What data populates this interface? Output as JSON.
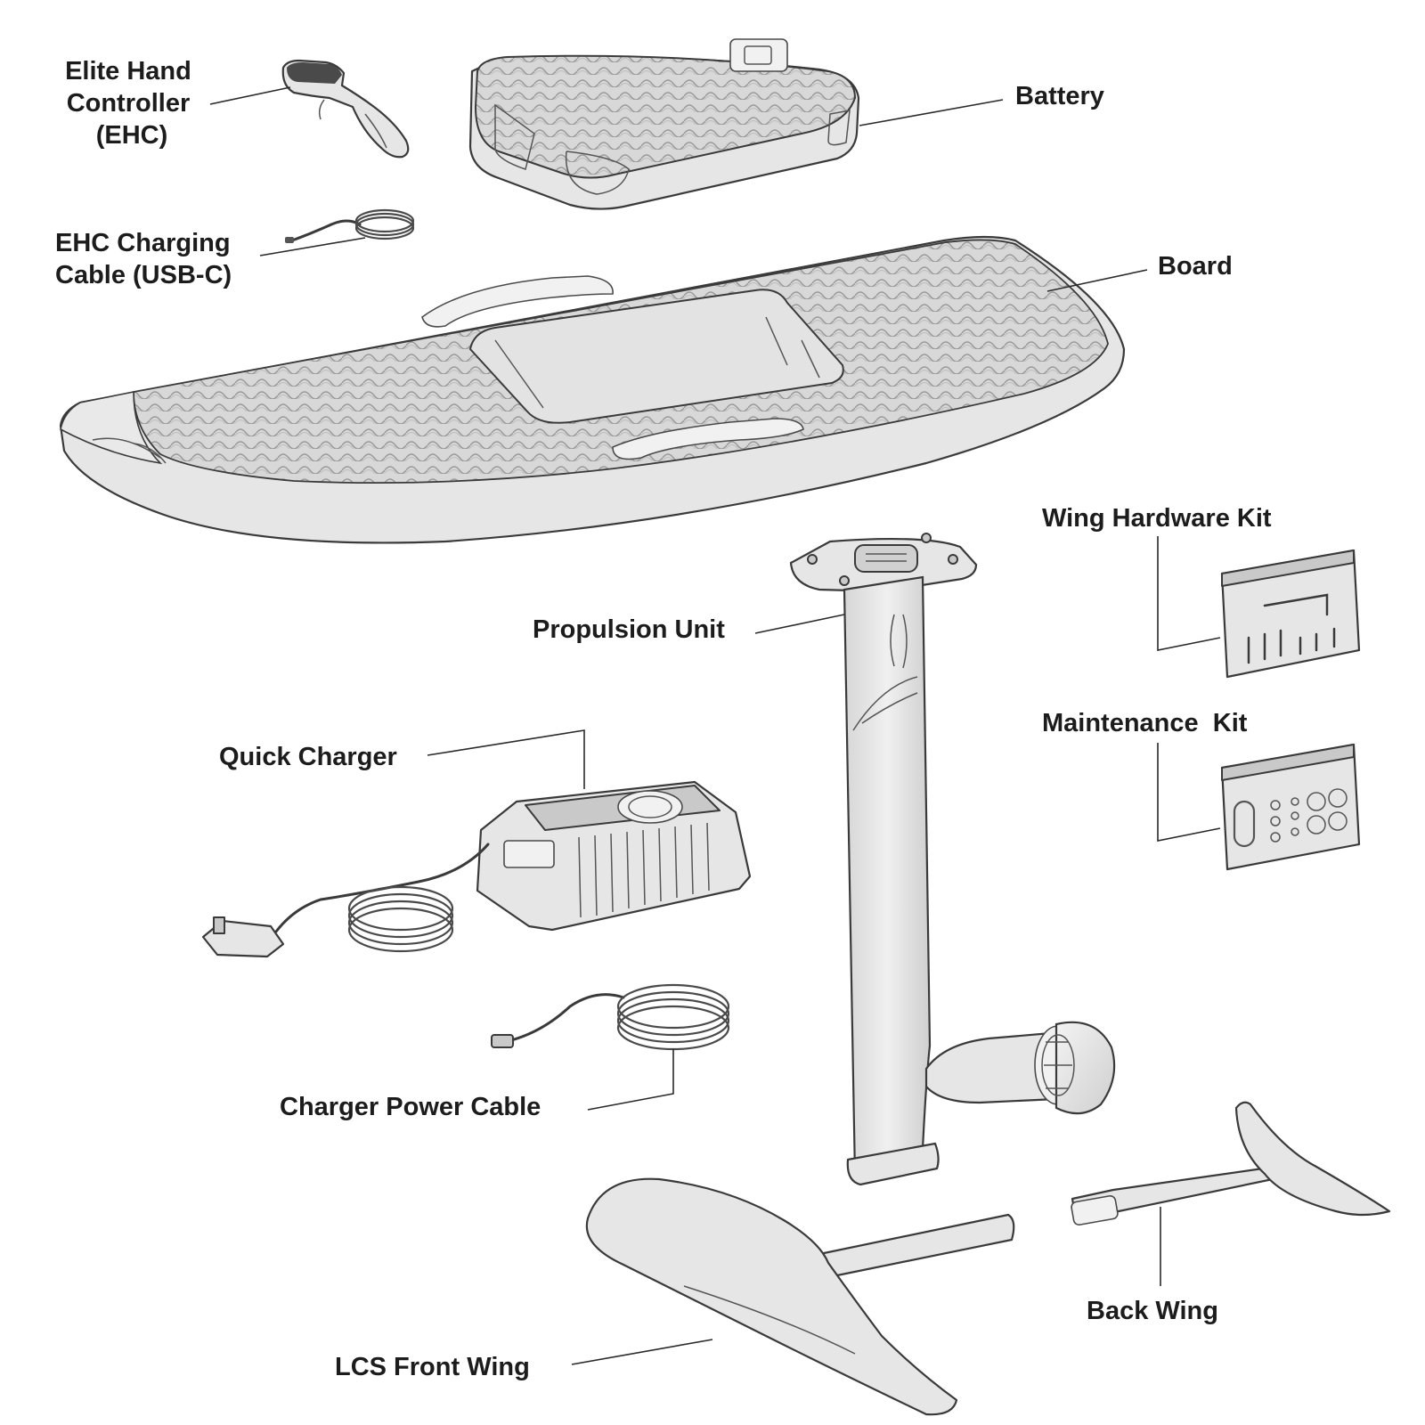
{
  "labels": {
    "elite_hand_controller": [
      "Elite Hand",
      "Controller",
      "(EHC)"
    ],
    "ehc_charging_cable": [
      "EHC Charging",
      "Cable (USB-C)"
    ],
    "battery": "Battery",
    "board": "Board",
    "wing_hardware_kit": "Wing Hardware Kit",
    "maintenance_kit": "Maintenance  Kit",
    "propulsion_unit": "Propulsion Unit",
    "quick_charger": "Quick Charger",
    "charger_power_cable": "Charger Power Cable",
    "back_wing": "Back Wing",
    "lcs_front_wing": "LCS Front Wing"
  },
  "colors": {
    "label_text": "#1c1c1c",
    "part_fill": "#e6e6e6",
    "part_outline": "#3a3a3a",
    "background": "#ffffff"
  }
}
